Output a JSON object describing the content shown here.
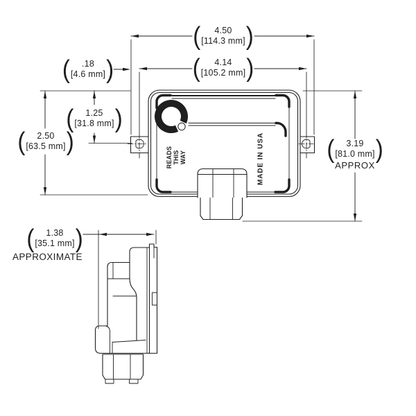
{
  "drawing": {
    "background": "#ffffff",
    "line_color": "#1f1f1f",
    "dimensions": {
      "overall_width": {
        "inch": "4.50",
        "mm": "[114.3 mm]"
      },
      "hole_spacing": {
        "inch": "4.14",
        "mm": "[105.2 mm]"
      },
      "edge_to_hole": {
        "inch": ".18",
        "mm": "[4.6 mm]"
      },
      "body_height": {
        "inch": "2.50",
        "mm": "[63.5 mm]"
      },
      "top_to_centerline": {
        "inch": "1.25",
        "mm": "[31.8 mm]"
      },
      "overall_height": {
        "inch": "3.19",
        "mm": "[81.0 mm]",
        "note": "APPROX"
      },
      "side_depth": {
        "inch": "1.38",
        "mm": "[35.1 mm]",
        "note": "APPROXIMATE"
      }
    },
    "part_markings": {
      "reads_line1": "READS",
      "reads_line2": "THIS",
      "reads_line3": "WAY",
      "made_in": "MADE IN USA"
    }
  }
}
